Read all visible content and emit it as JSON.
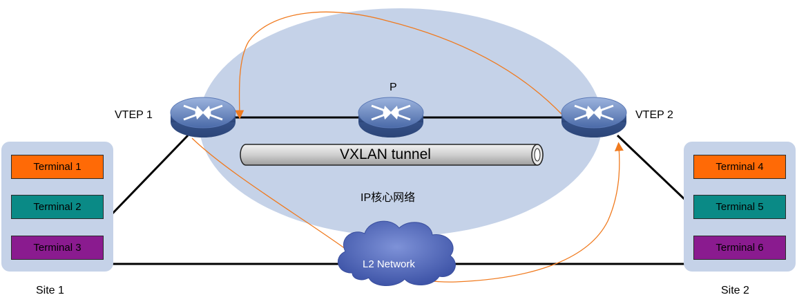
{
  "colors": {
    "core_fill": "#c5d2e8",
    "site_fill": "#c5d2e8",
    "link_line": "#000000",
    "path_line": "#f07a1e",
    "terminal_orange": "#ff6a06",
    "terminal_teal": "#0a8a86",
    "terminal_purple": "#8a1b8f",
    "device_blue": "#5b7fb8",
    "cloud_blue": "#4d63b8"
  },
  "core": {
    "label": "IP核心网络"
  },
  "tunnel": {
    "label": "VXLAN tunnel"
  },
  "devices": {
    "vtep1": {
      "label": "VTEP 1",
      "icon": "switch-icon"
    },
    "p": {
      "label": "P",
      "icon": "switch-icon"
    },
    "vtep2": {
      "label": "VTEP 2",
      "icon": "switch-icon"
    }
  },
  "cloud": {
    "label": "L2 Network",
    "icon": "cloud-icon"
  },
  "sites": [
    {
      "label": "Site 1",
      "terminals": [
        {
          "label": "Terminal 1",
          "color": "orange"
        },
        {
          "label": "Terminal 2",
          "color": "teal"
        },
        {
          "label": "Terminal 3",
          "color": "purple"
        }
      ]
    },
    {
      "label": "Site 2",
      "terminals": [
        {
          "label": "Terminal 4",
          "color": "orange"
        },
        {
          "label": "Terminal 5",
          "color": "teal"
        },
        {
          "label": "Terminal 6",
          "color": "purple"
        }
      ]
    }
  ]
}
